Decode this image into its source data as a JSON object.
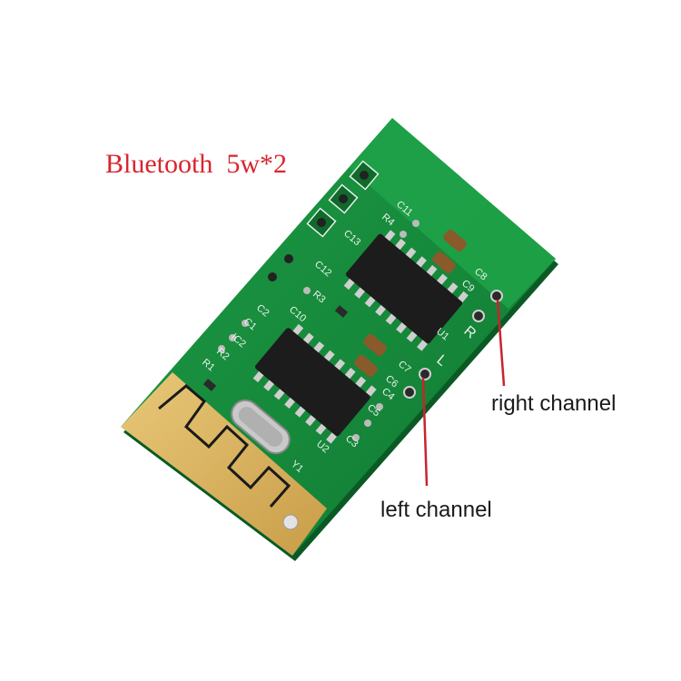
{
  "title": "Bluetooth  5w*2",
  "labels": {
    "right": "right channel",
    "left": "left channel"
  },
  "colors": {
    "title": "#d9252e",
    "pcb": "#15883a",
    "gold": "#d9b25c",
    "pointer": "#c8242c"
  },
  "silkscreen": {
    "c11": "C11",
    "r4": "R4",
    "c13": "C13",
    "c12": "C12",
    "r3": "R3",
    "c10": "C10",
    "c2": "C2",
    "c1": "C1",
    "c8": "C8",
    "c9": "C9",
    "r": "R",
    "u1": "U1",
    "c7": "C7",
    "c6": "C6",
    "c4": "C4",
    "l": "L",
    "c5": "C5",
    "c3": "C3",
    "u2": "U2",
    "y1": "Y1",
    "r1": "R1",
    "r2": "R2",
    "ic2": "IC2"
  }
}
